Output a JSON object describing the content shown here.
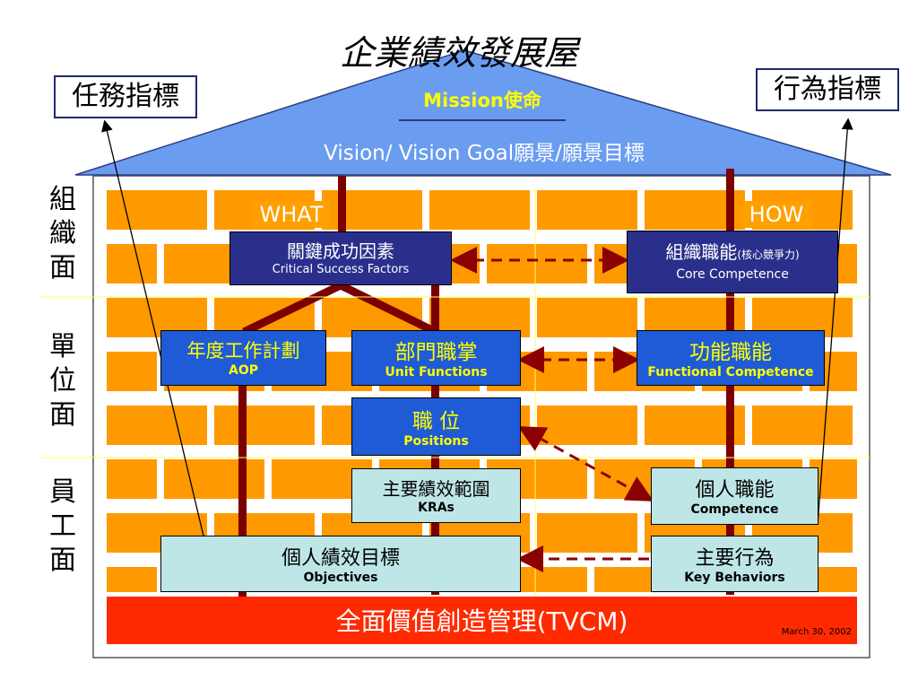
{
  "title": "企業績效發展屋",
  "roof": {
    "mission": "Mission使命",
    "vision": "Vision/ Vision Goal願景/願景目標"
  },
  "indicators": {
    "left": "任務指標",
    "right": "行為指標"
  },
  "levels": {
    "org": [
      "組",
      "織",
      "面"
    ],
    "unit": [
      "單",
      "位",
      "面"
    ],
    "staff": [
      "員",
      "工",
      "面"
    ]
  },
  "tags": {
    "what": "WHAT",
    "how": "HOW"
  },
  "boxes": {
    "csf": {
      "zh": "關鍵成功因素",
      "en": "Critical Success Factors"
    },
    "core": {
      "zh": "組織職能",
      "zh_small": "(核心競爭力)",
      "en": "Core Competence"
    },
    "aop": {
      "zh": "年度工作計劃",
      "en": "AOP"
    },
    "unit_functions": {
      "zh": "部門職掌",
      "en": "Unit Functions"
    },
    "functional": {
      "zh": "功能職能",
      "en": "Functional Competence"
    },
    "positions": {
      "zh": "職 位",
      "en": "Positions"
    },
    "kras": {
      "zh": "主要績效範圍",
      "en": "KRAs"
    },
    "competence": {
      "zh": "個人職能",
      "en": "Competence"
    },
    "objectives": {
      "zh": "個人績效目標",
      "en": "Objectives"
    },
    "behaviors": {
      "zh": "主要行為",
      "en": "Key Behaviors"
    }
  },
  "footer": {
    "label": "全面價值創造管理(TVCM)",
    "date": "March 30, 2002"
  },
  "colors": {
    "brick": "#ff9900",
    "roof": "#6495ed",
    "navy": "#2b2f8c",
    "blue": "#1f5bd6",
    "light": "#bfe6e6",
    "footer": "#ff2a00",
    "pillar": "#7a0000"
  }
}
